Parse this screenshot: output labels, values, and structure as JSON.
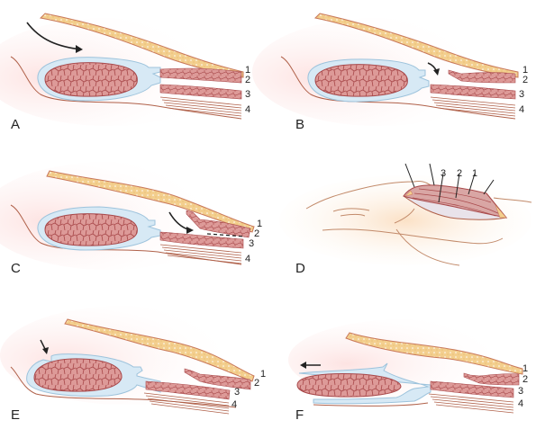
{
  "figure": {
    "panels": [
      {
        "id": "A",
        "letter": "A",
        "layer_labels": [
          "1",
          "2",
          "3",
          "4"
        ],
        "arrow": "curved-arrow-right"
      },
      {
        "id": "B",
        "letter": "B",
        "layer_labels": [
          "1",
          "2",
          "3",
          "4"
        ],
        "arrow": "curved-arrow-down"
      },
      {
        "id": "C",
        "letter": "C",
        "layer_labels": [
          "1",
          "2",
          "3",
          "4"
        ],
        "arrow": "curved-arrow-right"
      },
      {
        "id": "D",
        "letter": "D",
        "layer_labels": [
          "3",
          "2",
          "1"
        ]
      },
      {
        "id": "E",
        "letter": "E",
        "layer_labels": [
          "1",
          "2",
          "3",
          "4"
        ],
        "arrow": "arrow-down"
      },
      {
        "id": "F",
        "letter": "F",
        "layer_labels": [
          "1",
          "2",
          "3",
          "4"
        ],
        "arrow": "arrow-left"
      }
    ],
    "colors": {
      "fat": "#f3cf8e",
      "fat_outline": "#c9785a",
      "muscle": "#dd9a98",
      "muscle_lines": "#a8484a",
      "fascia": "#d7e9f5",
      "fascia_outline": "#9dc3dc",
      "glow": "#fde3e2",
      "skin": "#fbe1c6",
      "outline": "#b0614a"
    }
  }
}
